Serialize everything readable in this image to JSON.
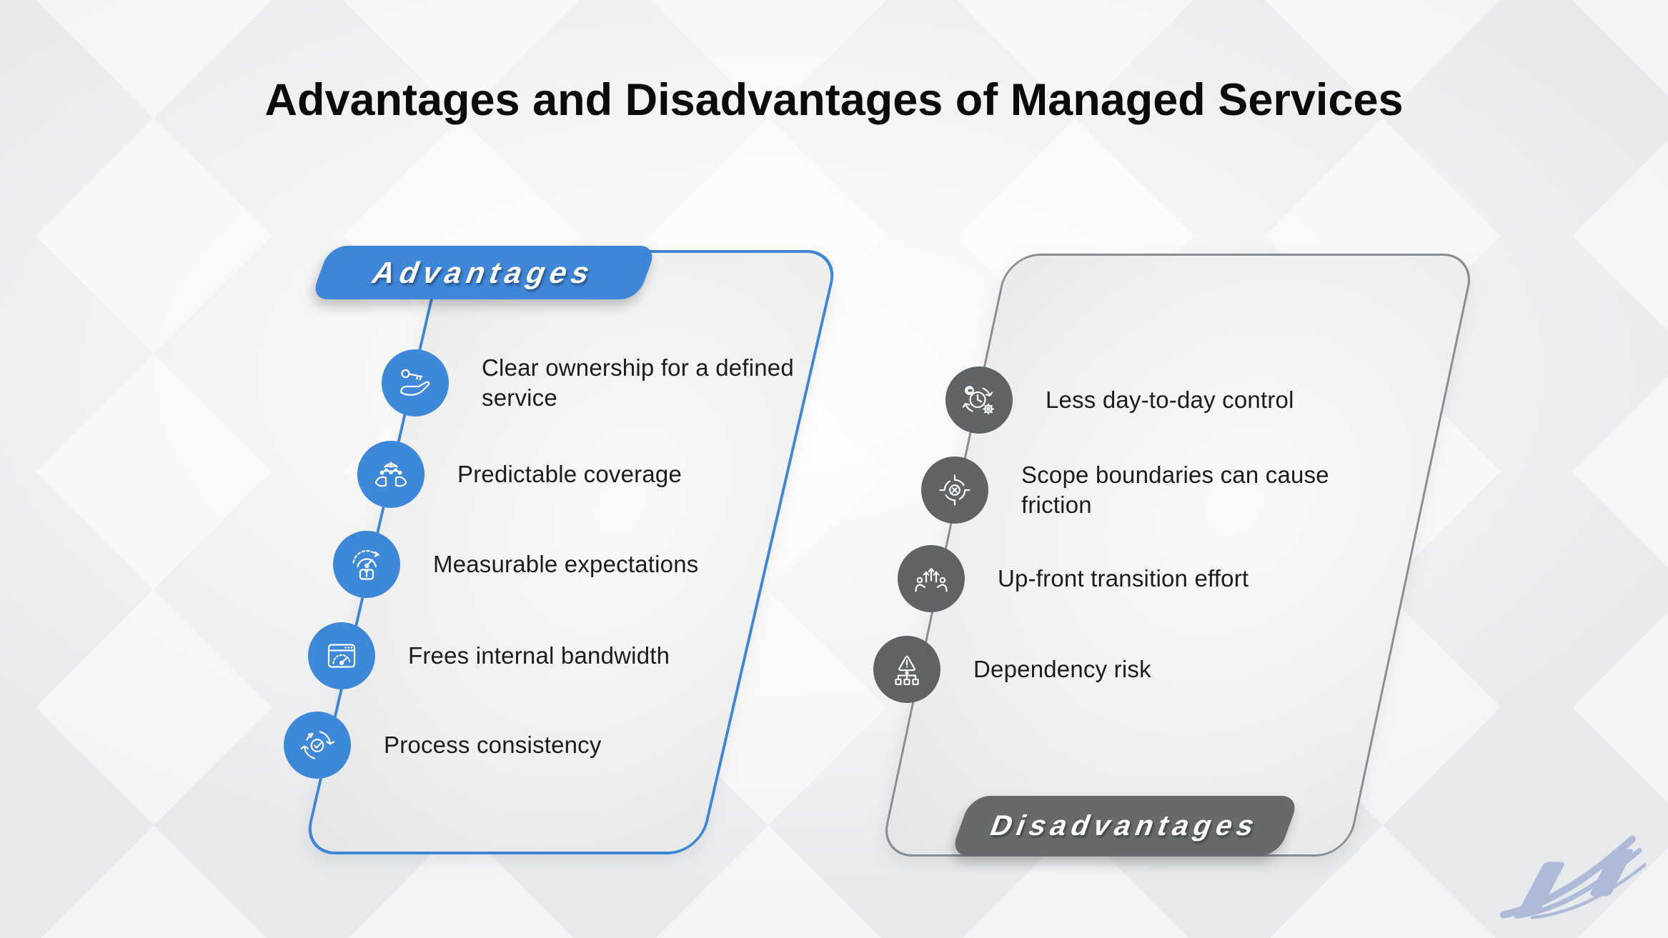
{
  "title": "Advantages and Disadvantages of Managed Services",
  "advantages": {
    "label": "Advantages",
    "accent_color": "#3e86d8",
    "items": [
      {
        "icon": "key-in-hand-icon",
        "text": "Clear ownership for a defined service"
      },
      {
        "icon": "hands-holding-umbrella-icon",
        "text": "Predictable coverage"
      },
      {
        "icon": "gauge-person-icon",
        "text": "Measurable expectations"
      },
      {
        "icon": "browser-speedometer-icon",
        "text": "Frees internal bandwidth"
      },
      {
        "icon": "circular-arrows-check-icon",
        "text": "Process consistency"
      }
    ]
  },
  "disadvantages": {
    "label": "Disadvantages",
    "accent_color": "#666a6b",
    "items": [
      {
        "icon": "clock-gear-arrows-icon",
        "text": "Less day-to-day control"
      },
      {
        "icon": "target-x-icon",
        "text": "Scope boundaries can cause friction"
      },
      {
        "icon": "people-growth-arrows-icon",
        "text": "Up-front transition effort"
      },
      {
        "icon": "warning-hierarchy-icon",
        "text": "Dependency risk"
      }
    ]
  },
  "brand": {
    "logo_icon": "n-swoosh-logo-icon",
    "logo_color": "#a9b8d6"
  }
}
